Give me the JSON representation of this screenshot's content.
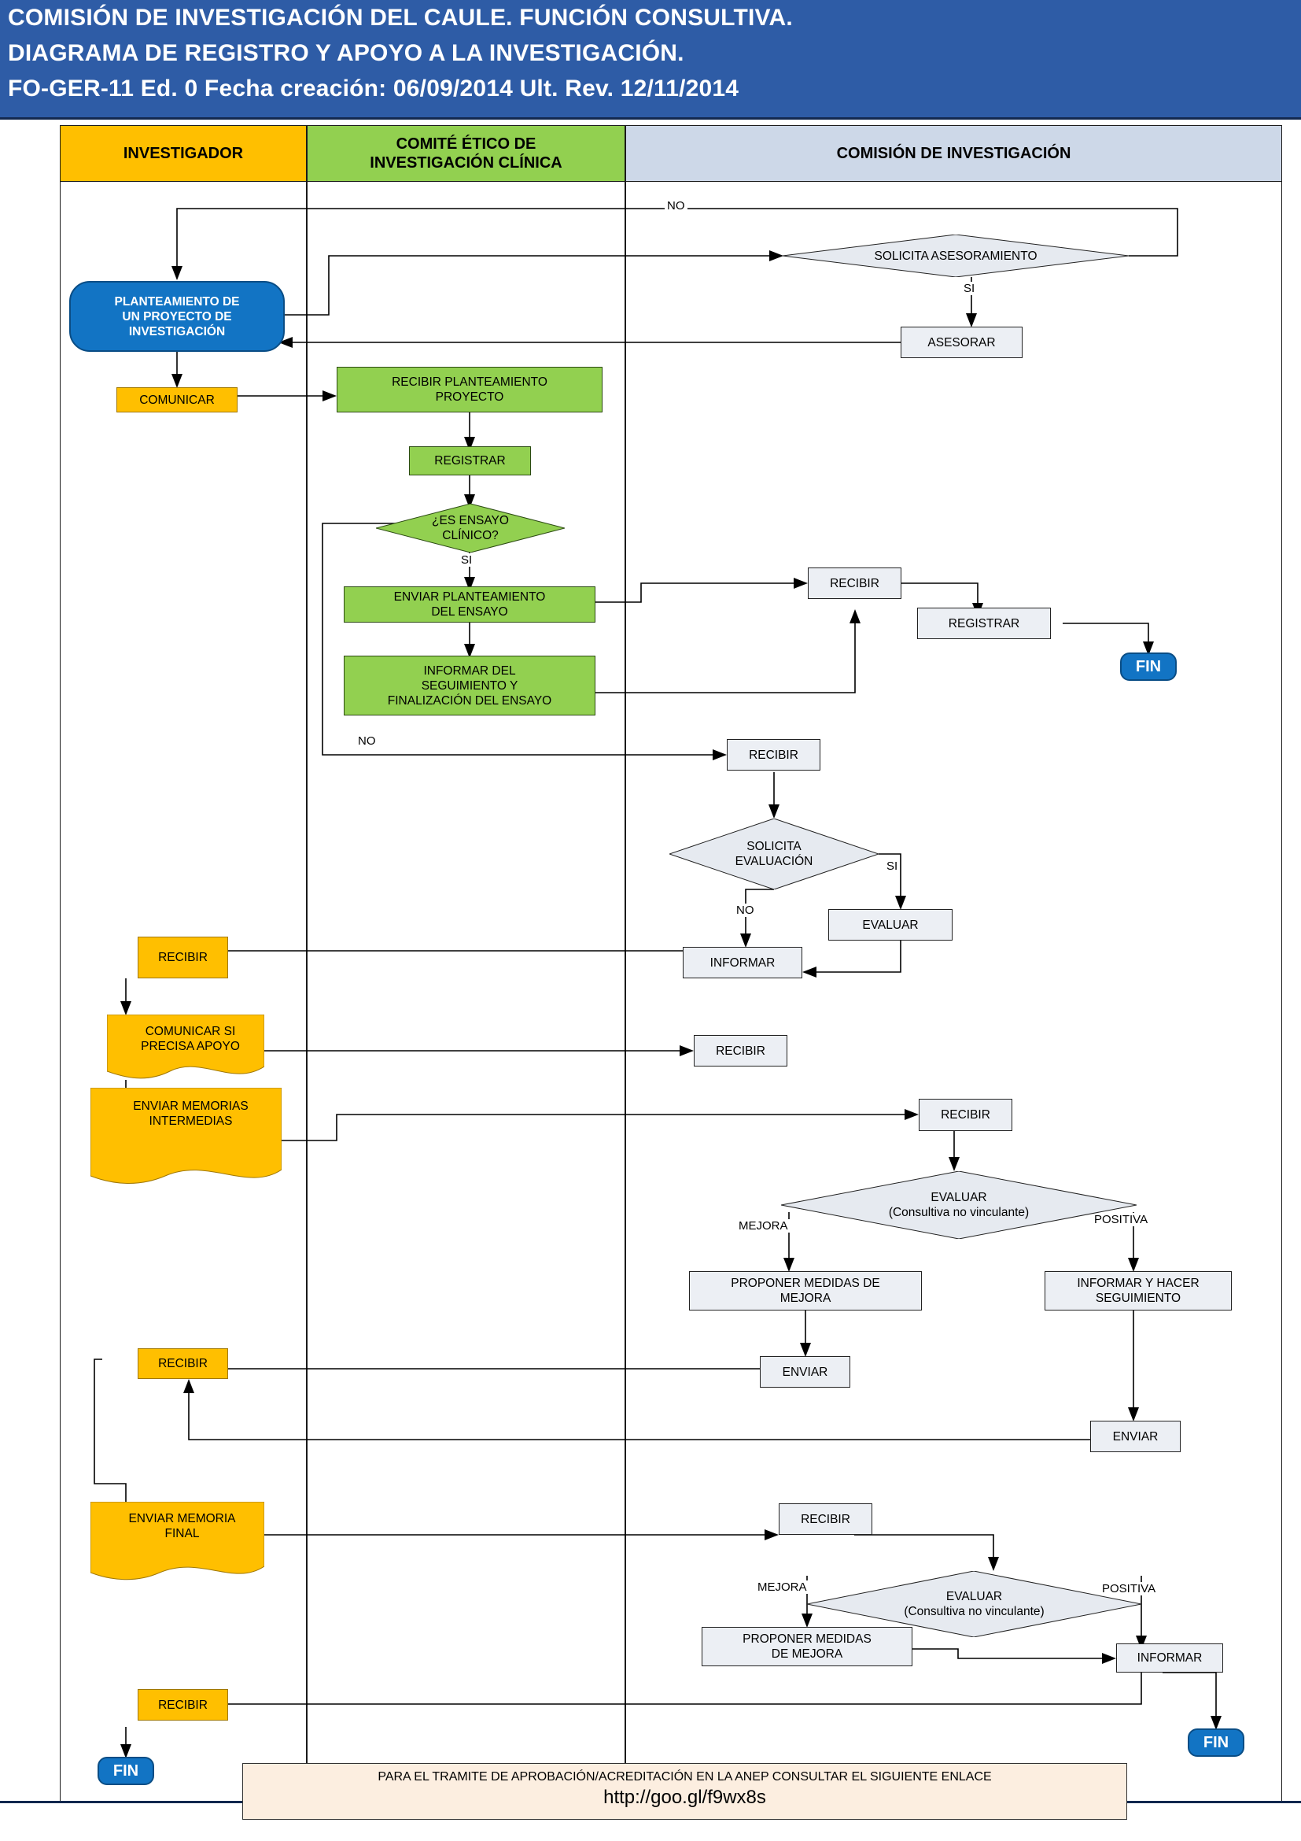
{
  "title": {
    "line1": "COMISIÓN DE INVESTIGACIÓN DEL CAULE. FUNCIÓN CONSULTIVA.",
    "line2": "DIAGRAMA DE REGISTRO Y APOYO A LA  INVESTIGACIÓN.",
    "line3": "FO-GER-11 Ed. 0 Fecha creación: 06/09/2014 Ult. Rev. 12/11/2014"
  },
  "colors": {
    "title_band": "#2e5ca6",
    "lane1": "#ffbf00",
    "lane2": "#92d050",
    "lane3": "#cdd8e8",
    "terminator": "#1274c4",
    "process_gray": "#eceff4",
    "note": "#fceee0"
  },
  "lanes": [
    {
      "id": "investigador",
      "label": "INVESTIGADOR"
    },
    {
      "id": "comite-etico",
      "label": "COMITÉ ÉTICO DE\nINVESTIGACIÓN CLÍNICA"
    },
    {
      "id": "comision-investigacion",
      "label": "COMISIÓN DE INVESTIGACIÓN"
    }
  ],
  "lane_labels": {
    "l1": "INVESTIGADOR",
    "l2_line1": "COMITÉ ÉTICO DE",
    "l2_line2": "INVESTIGACIÓN CLÍNICA",
    "l3": "COMISIÓN DE INVESTIGACIÓN"
  },
  "nodes": {
    "planteamiento": {
      "label": "PLANTEAMIENTO DE UN PROYECTO DE INVESTIGACIÓN",
      "lane": "investigador",
      "shape": "terminator"
    },
    "comunicar": {
      "label": "COMUNICAR",
      "lane": "investigador",
      "shape": "process"
    },
    "solicita_asesoramiento": {
      "label": "SOLICITA ASESORAMIENTO",
      "lane": "comision-investigacion",
      "shape": "decision"
    },
    "asesorar": {
      "label": "ASESORAR",
      "lane": "comision-investigacion",
      "shape": "process"
    },
    "recibir_planteamiento": {
      "label": "RECIBIR PLANTEAMIENTO PROYECTO",
      "lane": "comite-etico",
      "shape": "process"
    },
    "registrar_cei": {
      "label": "REGISTRAR",
      "lane": "comite-etico",
      "shape": "process"
    },
    "es_ensayo": {
      "label": "¿ES ENSAYO CLÍNICO?",
      "lane": "comite-etico",
      "shape": "decision"
    },
    "enviar_planteamiento": {
      "label": "ENVIAR PLANTEAMIENTO DEL ENSAYO",
      "lane": "comite-etico",
      "shape": "process"
    },
    "informar_seguimiento": {
      "label": "INFORMAR DEL SEGUIMIENTO Y FINALIZACIÓN DEL ENSAYO",
      "lane": "comite-etico",
      "shape": "process"
    },
    "recibir_ci_1": {
      "label": "RECIBIR",
      "lane": "comision-investigacion",
      "shape": "process"
    },
    "registrar_ci": {
      "label": "REGISTRAR",
      "lane": "comision-investigacion",
      "shape": "process"
    },
    "fin_1": {
      "label": "FIN",
      "lane": "comision-investigacion",
      "shape": "terminator"
    },
    "recibir_ci_2": {
      "label": "RECIBIR",
      "lane": "comision-investigacion",
      "shape": "process"
    },
    "solicita_evaluacion": {
      "label": "SOLICITA EVALUACIÓN",
      "lane": "comision-investigacion",
      "shape": "decision"
    },
    "evaluar_ci": {
      "label": "EVALUAR",
      "lane": "comision-investigacion",
      "shape": "process"
    },
    "informar_ci": {
      "label": "INFORMAR",
      "lane": "comision-investigacion",
      "shape": "process"
    },
    "recibir_inv_1": {
      "label": "RECIBIR",
      "lane": "investigador",
      "shape": "process"
    },
    "comunicar_apoyo": {
      "label": "COMUNICAR SI PRECISA APOYO",
      "lane": "investigador",
      "shape": "document"
    },
    "recibir_ci_3": {
      "label": "RECIBIR",
      "lane": "comision-investigacion",
      "shape": "process"
    },
    "enviar_memorias": {
      "label": "ENVIAR MEMORIAS INTERMEDIAS",
      "lane": "investigador",
      "shape": "document"
    },
    "recibir_ci_4": {
      "label": "RECIBIR",
      "lane": "comision-investigacion",
      "shape": "process"
    },
    "evaluar_1": {
      "label": "EVALUAR (Consultiva no vinculante)",
      "lane": "comision-investigacion",
      "shape": "decision"
    },
    "proponer_mejora_1": {
      "label": "PROPONER MEDIDAS DE MEJORA",
      "lane": "comision-investigacion",
      "shape": "process"
    },
    "informar_hacer_seg": {
      "label": "INFORMAR Y HACER SEGUIMIENTO",
      "lane": "comision-investigacion",
      "shape": "process"
    },
    "enviar_1": {
      "label": "ENVIAR",
      "lane": "comision-investigacion",
      "shape": "process"
    },
    "enviar_2": {
      "label": "ENVIAR",
      "lane": "comision-investigacion",
      "shape": "process"
    },
    "recibir_inv_2": {
      "label": "RECIBIR",
      "lane": "investigador",
      "shape": "process"
    },
    "enviar_memoria_final": {
      "label": "ENVIAR MEMORIA FINAL",
      "lane": "investigador",
      "shape": "document"
    },
    "recibir_ci_5": {
      "label": "RECIBIR",
      "lane": "comision-investigacion",
      "shape": "process"
    },
    "evaluar_2": {
      "label": "EVALUAR (Consultiva no vinculante)",
      "lane": "comision-investigacion",
      "shape": "decision"
    },
    "proponer_mejora_2": {
      "label": "PROPONER MEDIDAS DE MEJORA",
      "lane": "comision-investigacion",
      "shape": "process"
    },
    "informar_final": {
      "label": "INFORMAR",
      "lane": "comision-investigacion",
      "shape": "process"
    },
    "fin_2": {
      "label": "FIN",
      "lane": "comision-investigacion",
      "shape": "terminator"
    },
    "recibir_inv_3": {
      "label": "RECIBIR",
      "lane": "investigador",
      "shape": "process"
    },
    "fin_3": {
      "label": "FIN",
      "lane": "investigador",
      "shape": "terminator"
    }
  },
  "node_text": {
    "planteamiento_l1": "PLANTEAMIENTO DE",
    "planteamiento_l2": "UN PROYECTO DE",
    "planteamiento_l3": "INVESTIGACIÓN",
    "comunicar": "COMUNICAR",
    "solicita_asesoramiento": "SOLICITA ASESORAMIENTO",
    "asesorar": "ASESORAR",
    "recibir_planteamiento_l1": "RECIBIR PLANTEAMIENTO",
    "recibir_planteamiento_l2": "PROYECTO",
    "registrar_cei": "REGISTRAR",
    "es_ensayo_l1": "¿ES ENSAYO",
    "es_ensayo_l2": "CLÍNICO?",
    "enviar_planteamiento_l1": "ENVIAR PLANTEAMIENTO",
    "enviar_planteamiento_l2": "DEL ENSAYO",
    "informar_seg_l1": "INFORMAR DEL",
    "informar_seg_l2": "SEGUIMIENTO Y",
    "informar_seg_l3": "FINALIZACIÓN DEL ENSAYO",
    "recibir": "RECIBIR",
    "registrar": "REGISTRAR",
    "fin": "FIN",
    "solicita_evaluacion_l1": "SOLICITA",
    "solicita_evaluacion_l2": "EVALUACIÓN",
    "evaluar": "EVALUAR",
    "informar": "INFORMAR",
    "comunicar_apoyo_l1": "COMUNICAR SI",
    "comunicar_apoyo_l2": "PRECISA APOYO",
    "enviar_memorias_l1": "ENVIAR MEMORIAS",
    "enviar_memorias_l2": "INTERMEDIAS",
    "evaluar_consultiva_l1": "EVALUAR",
    "evaluar_consultiva_l2": "(Consultiva no vinculante)",
    "proponer_mejora_l1": "PROPONER MEDIDAS DE",
    "proponer_mejora_l2": "MEJORA",
    "proponer_mejora2_l1": "PROPONER MEDIDAS",
    "proponer_mejora2_l2": "DE MEJORA",
    "informar_hacer_l1": "INFORMAR Y HACER",
    "informar_hacer_l2": "SEGUIMIENTO",
    "enviar": "ENVIAR",
    "enviar_memoria_final_l1": "ENVIAR MEMORIA",
    "enviar_memoria_final_l2": "FINAL"
  },
  "edge_labels": {
    "no_top": "NO",
    "si_asesoramiento": "SI",
    "si_ensayo": "SI",
    "no_ensayo": "NO",
    "si_evaluacion": "SI",
    "no_evaluacion": "NO",
    "mejora_1": "MEJORA",
    "positiva_1": "POSITIVA",
    "mejora_2": "MEJORA",
    "positiva_2": "POSITIVA"
  },
  "footer_note": {
    "line1": "PARA EL TRAMITE DE APROBACIÓN/ACREDITACIÓN EN LA ANEP  CONSULTAR EL SIGUIENTE ENLACE",
    "line2": "http://goo.gl/f9wx8s"
  }
}
